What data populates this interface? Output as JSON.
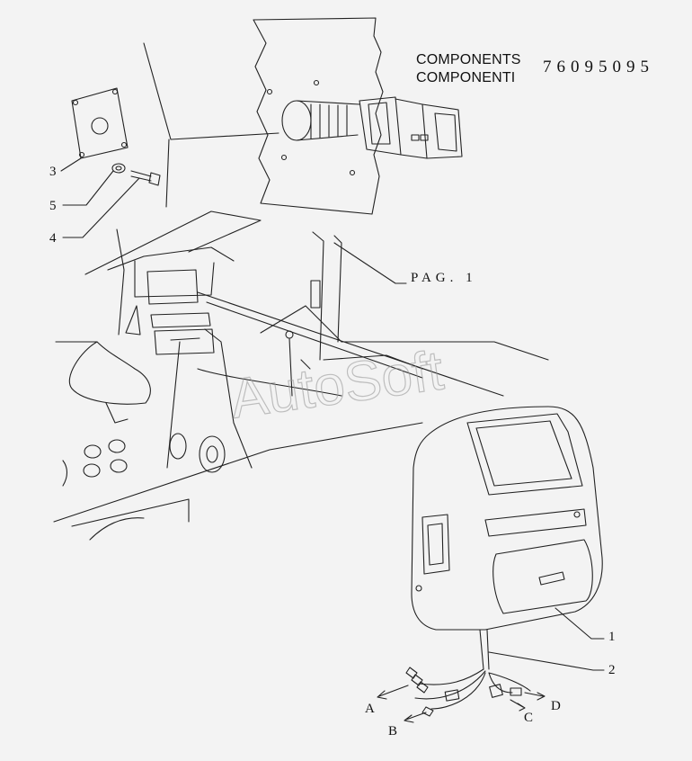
{
  "header": {
    "title_en": "COMPONENTS",
    "title_it": "COMPONENTI",
    "part_number": "76095095"
  },
  "references": {
    "page_ref": "PAG. 1"
  },
  "callouts": [
    "1",
    "2",
    "3",
    "4",
    "5"
  ],
  "connectors": [
    "A",
    "B",
    "C",
    "D"
  ],
  "watermark": "AutoSoft"
}
